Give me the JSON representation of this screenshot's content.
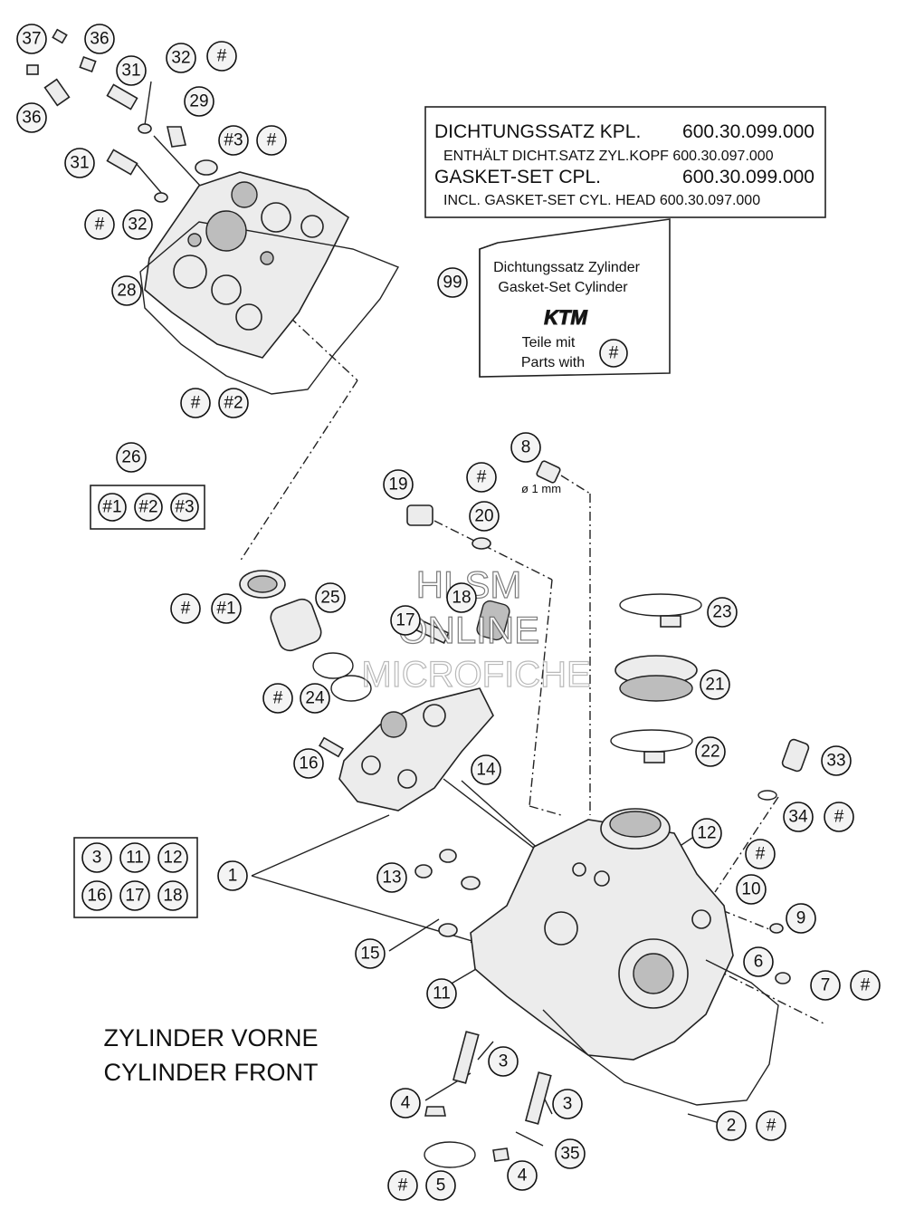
{
  "gasket_label": {
    "line1_left": "DICHTUNGSSATZ KPL.",
    "line1_right": "600.30.099.000",
    "line2": "ENTHÄLT DICHT.SATZ ZYL.KOPF 600.30.097.000",
    "line3_left": "GASKET-SET CPL.",
    "line3_right": "600.30.099.000",
    "line4": "INCL. GASKET-SET CYL. HEAD 600.30.097.000"
  },
  "cylinder_box": {
    "line1": "Dichtungssatz Zylinder",
    "line2": "Gasket-Set Cylinder",
    "logo": "KTM",
    "line3": "Teile mit",
    "line4": "Parts with",
    "symbol": "#"
  },
  "diameter_note": "ø 1 mm",
  "title": {
    "line1": "ZYLINDER VORNE",
    "line2": "CYLINDER FRONT"
  },
  "watermark": {
    "line1": "HLSM",
    "line2": "ONLINE",
    "line3": "MICROFICHE"
  },
  "group_1_parts": [
    "3",
    "11",
    "12",
    "16",
    "17",
    "18"
  ],
  "group_26_parts": [
    "#1",
    "#2",
    "#3"
  ],
  "callouts": [
    "37",
    "36",
    "31",
    "32",
    "#",
    "36",
    "29",
    "#3",
    "#",
    "31",
    "#",
    "32",
    "28",
    "#",
    "#2",
    "26",
    "99",
    "8",
    "#",
    "19",
    "20",
    "#",
    "#1",
    "25",
    "18",
    "17",
    "23",
    "#",
    "24",
    "21",
    "16",
    "14",
    "22",
    "33",
    "34",
    "#",
    "12",
    "1",
    "#",
    "13",
    "10",
    "9",
    "15",
    "6",
    "7",
    "#",
    "11",
    "3",
    "3",
    "4",
    "2",
    "#",
    "35",
    "#",
    "5",
    "4"
  ]
}
